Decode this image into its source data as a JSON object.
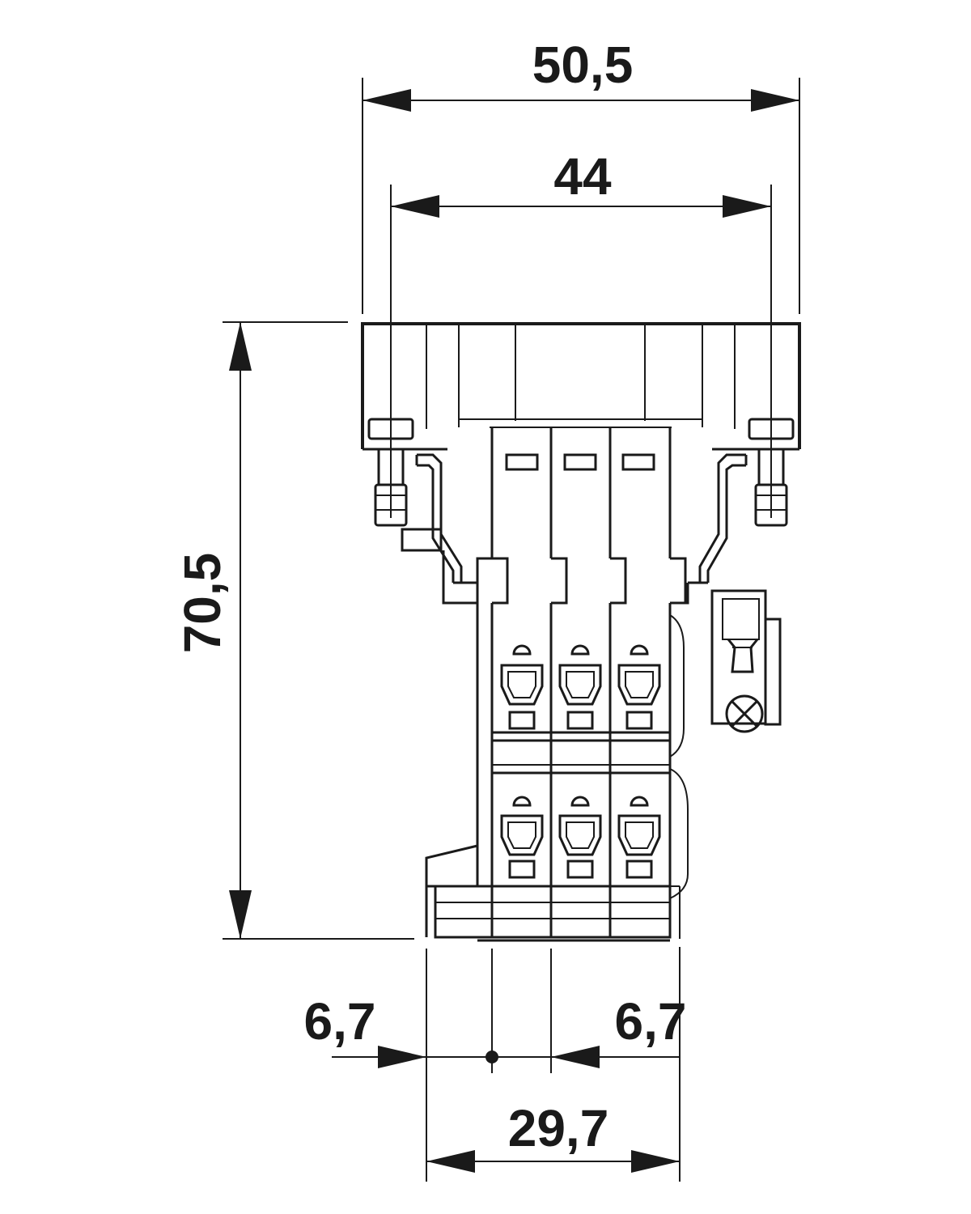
{
  "dimensions": {
    "overall_width": "50,5",
    "mount_width": "44",
    "height": "70,5",
    "pitch_left": "6,7",
    "pitch_right": "6,7",
    "base_width": "29,7"
  },
  "colors": {
    "line": "#1a1a1a",
    "background": "#ffffff"
  }
}
